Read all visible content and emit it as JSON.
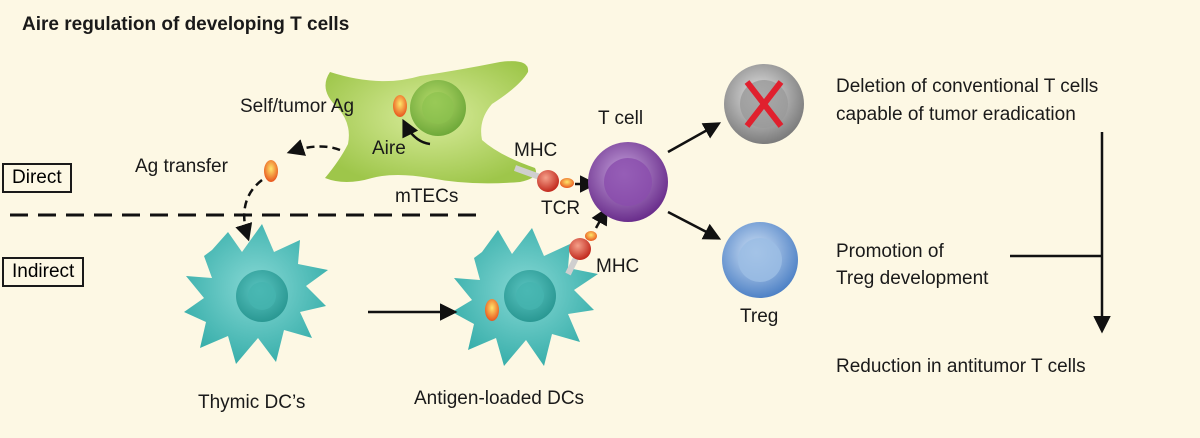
{
  "title": "Aire regulation of developing T cells",
  "labels": {
    "self_tumor_ag": "Self/tumor Ag",
    "aire": "Aire",
    "ag_transfer": "Ag transfer",
    "mtecs": "mTECs",
    "direct": "Direct",
    "indirect": "Indirect",
    "mhc_top": "MHC",
    "tcr": "TCR",
    "mhc_bottom": "MHC",
    "t_cell": "T cell",
    "treg": "Treg",
    "thymic_dcs": "Thymic DC’s",
    "antigen_loaded_dcs": "Antigen-loaded DCs",
    "deletion_line1": "Deletion of conventional T cells",
    "deletion_line2": "capable of tumor eradication",
    "promotion_line1": "Promotion of",
    "promotion_line2": "Treg development",
    "reduction": "Reduction in antitumor T cells"
  },
  "colors": {
    "background": "#fdf8e4",
    "mtec": "#a9cf57",
    "dc": "#3fb4b0",
    "t_cell": "#7a3d96",
    "treg": "#5f8fce",
    "deleted_cell": "#8a8a8a",
    "deletion_x": "#e0202e",
    "antigen": "#f08a1e"
  }
}
